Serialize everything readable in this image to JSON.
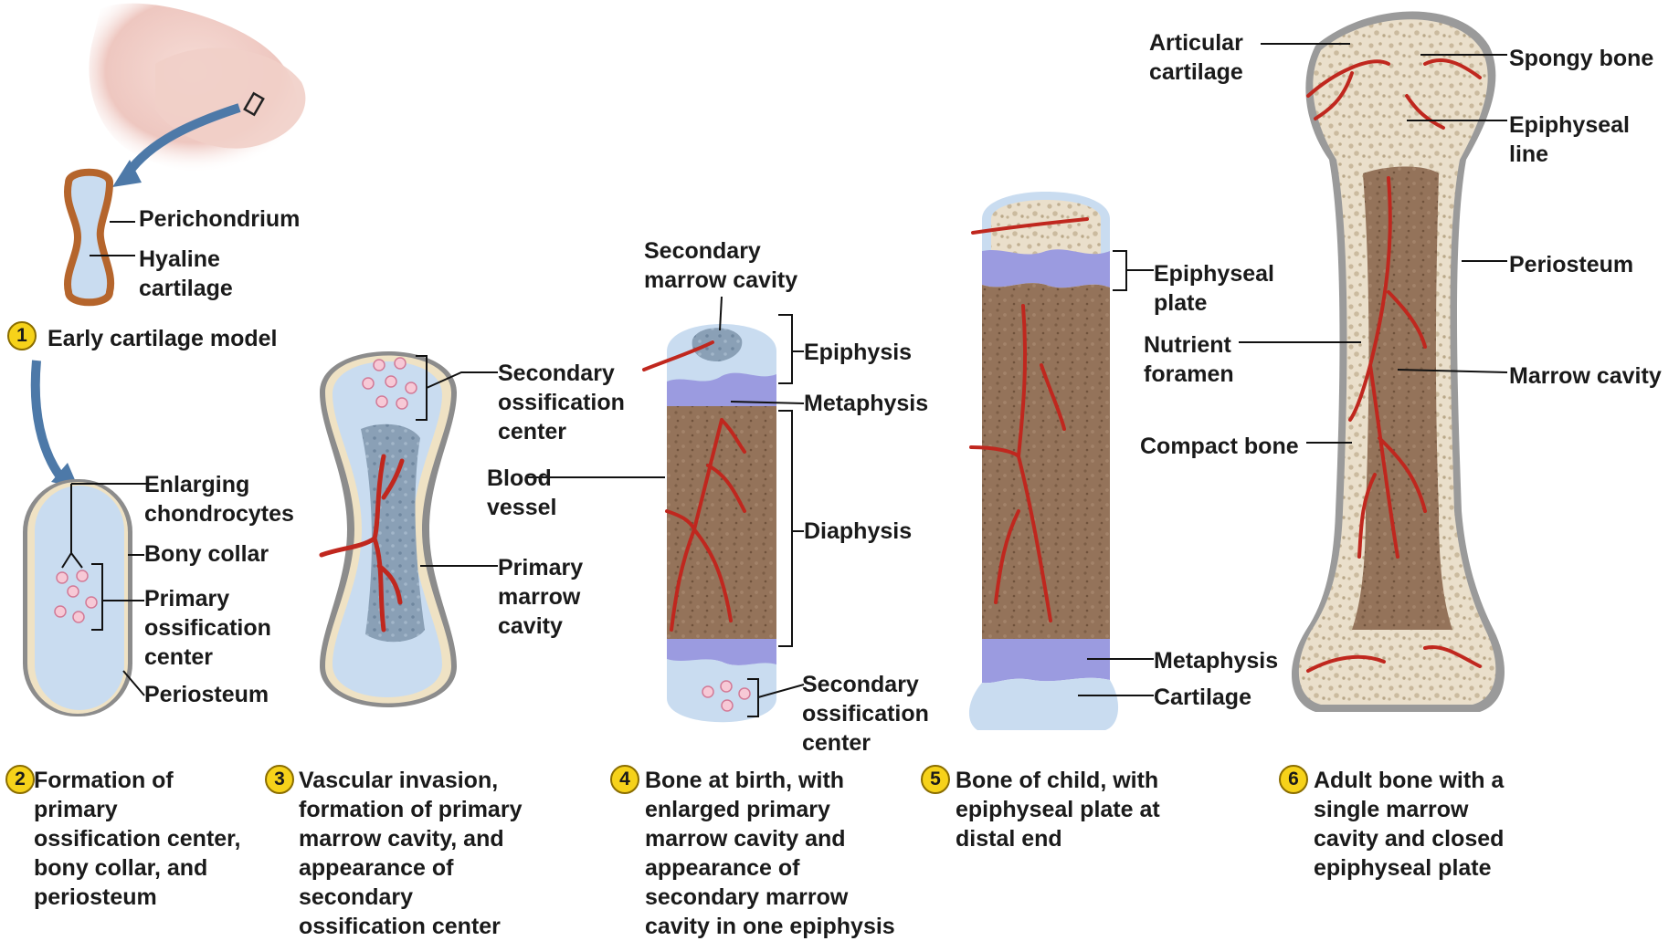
{
  "figure": {
    "labels": {
      "perichondrium": "Perichondrium",
      "hyaline_cartilage": "Hyaline\ncartilage",
      "enlarging_chondrocytes": "Enlarging\nchondrocytes",
      "bony_collar": "Bony collar",
      "primary_ossification_center": "Primary\nossification\ncenter",
      "periosteum_2": "Periosteum",
      "secondary_ossification_center_3": "Secondary\nossification\ncenter",
      "blood_vessel": "Blood\nvessel",
      "primary_marrow_cavity": "Primary\nmarrow\ncavity",
      "secondary_marrow_cavity": "Secondary\nmarrow cavity",
      "epiphysis": "Epiphysis",
      "metaphysis_4": "Metaphysis",
      "diaphysis": "Diaphysis",
      "secondary_ossification_center_4": "Secondary\nossification\ncenter",
      "epiphyseal_plate": "Epiphyseal\nplate",
      "metaphysis_5": "Metaphysis",
      "cartilage": "Cartilage",
      "articular_cartilage": "Articular\ncartilage",
      "spongy_bone": "Spongy bone",
      "epiphyseal_line": "Epiphyseal\nline",
      "periosteum_6": "Periosteum",
      "nutrient_foramen": "Nutrient\nforamen",
      "marrow_cavity": "Marrow cavity",
      "compact_bone": "Compact bone"
    },
    "stages": [
      {
        "number": "1",
        "caption": "Early cartilage model"
      },
      {
        "number": "2",
        "caption": "Formation of\nprimary\nossification center,\nbony collar, and\nperiosteum"
      },
      {
        "number": "3",
        "caption": "Vascular invasion,\nformation of primary\nmarrow cavity, and\nappearance of\nsecondary\nossification center"
      },
      {
        "number": "4",
        "caption": "Bone at birth, with\nenlarged primary\nmarrow cavity and\nappearance of\nsecondary marrow\ncavity in one epiphysis"
      },
      {
        "number": "5",
        "caption": "Bone of child, with\nepiphyseal plate at\ndistal end"
      },
      {
        "number": "6",
        "caption": "Adult bone with a\nsingle marrow\ncavity and closed\nepiphyseal plate"
      }
    ],
    "colors": {
      "cartilage": "#c9dcf0",
      "perichondrium": "#b5652c",
      "bone": "#a78564",
      "spongy_bone": "#e7dcc8",
      "marrow": "#8e6d4f",
      "plate": "#9b9be0",
      "vessel": "#c0271e",
      "periosteum": "#8c8c8c",
      "step_badge": "#f6d21a"
    }
  }
}
